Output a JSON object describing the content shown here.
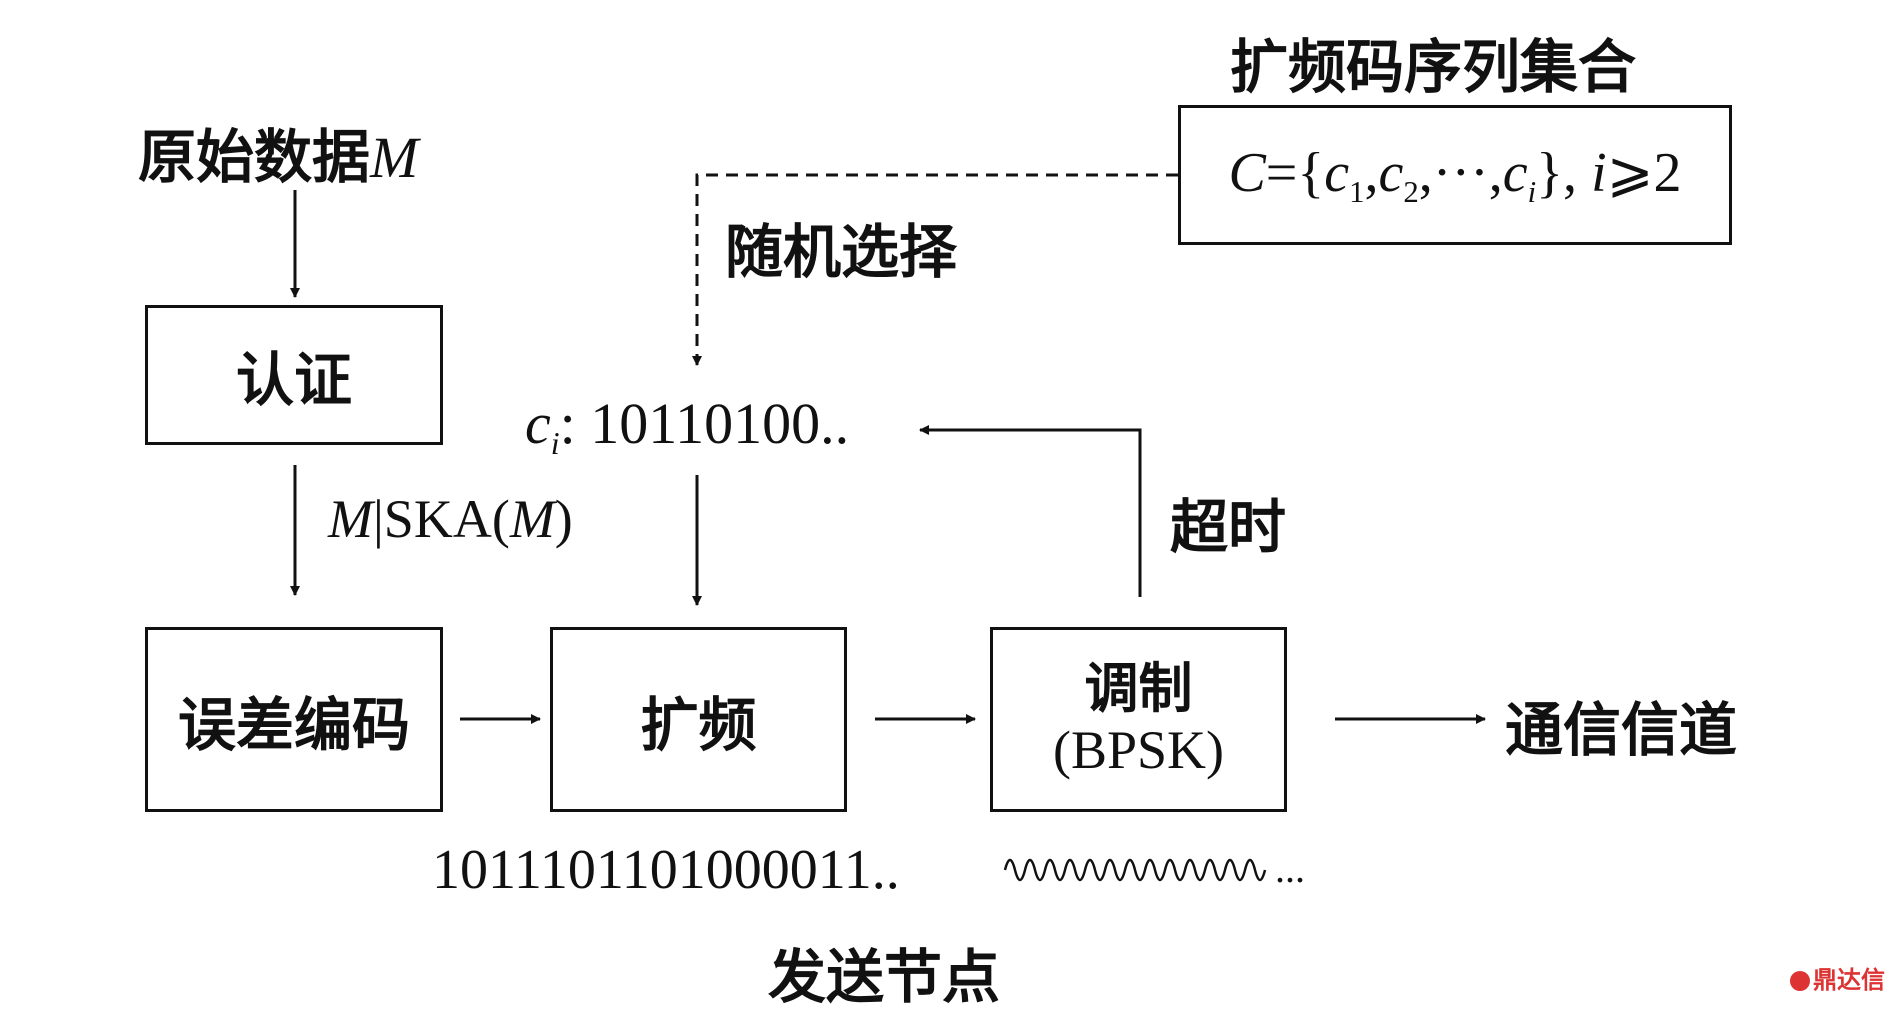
{
  "labels": {
    "raw_data_text": "原始数据",
    "raw_data_var": "M",
    "codes_set_title": "扩频码序列集合",
    "random_select": "随机选择",
    "timeout": "超时",
    "channel": "通信信道",
    "send_node": "发送节点",
    "ska_m1": "M",
    "ska_mid": "|SKA(",
    "ska_m2": "M",
    "ska_end": ")",
    "ci_c": "c",
    "ci_sub": "i",
    "ci_value": ": 10110100..",
    "bits_stream": "1011101101000011..",
    "wave_ellipsis": "..."
  },
  "code_set": {
    "C": "C",
    "eq_open": "={",
    "c": "c",
    "sub1": "1",
    "sub2": "2",
    "subi": "i",
    "comma": ",",
    "dots": "···",
    "close": "}, ",
    "i": "i",
    "cond": "⩾2"
  },
  "boxes": {
    "auth": "认证",
    "error_coding": "误差编码",
    "spread": "扩频",
    "modulation_top": "调制",
    "modulation_bottom": "(BPSK)"
  },
  "watermark": "鼎达信"
}
